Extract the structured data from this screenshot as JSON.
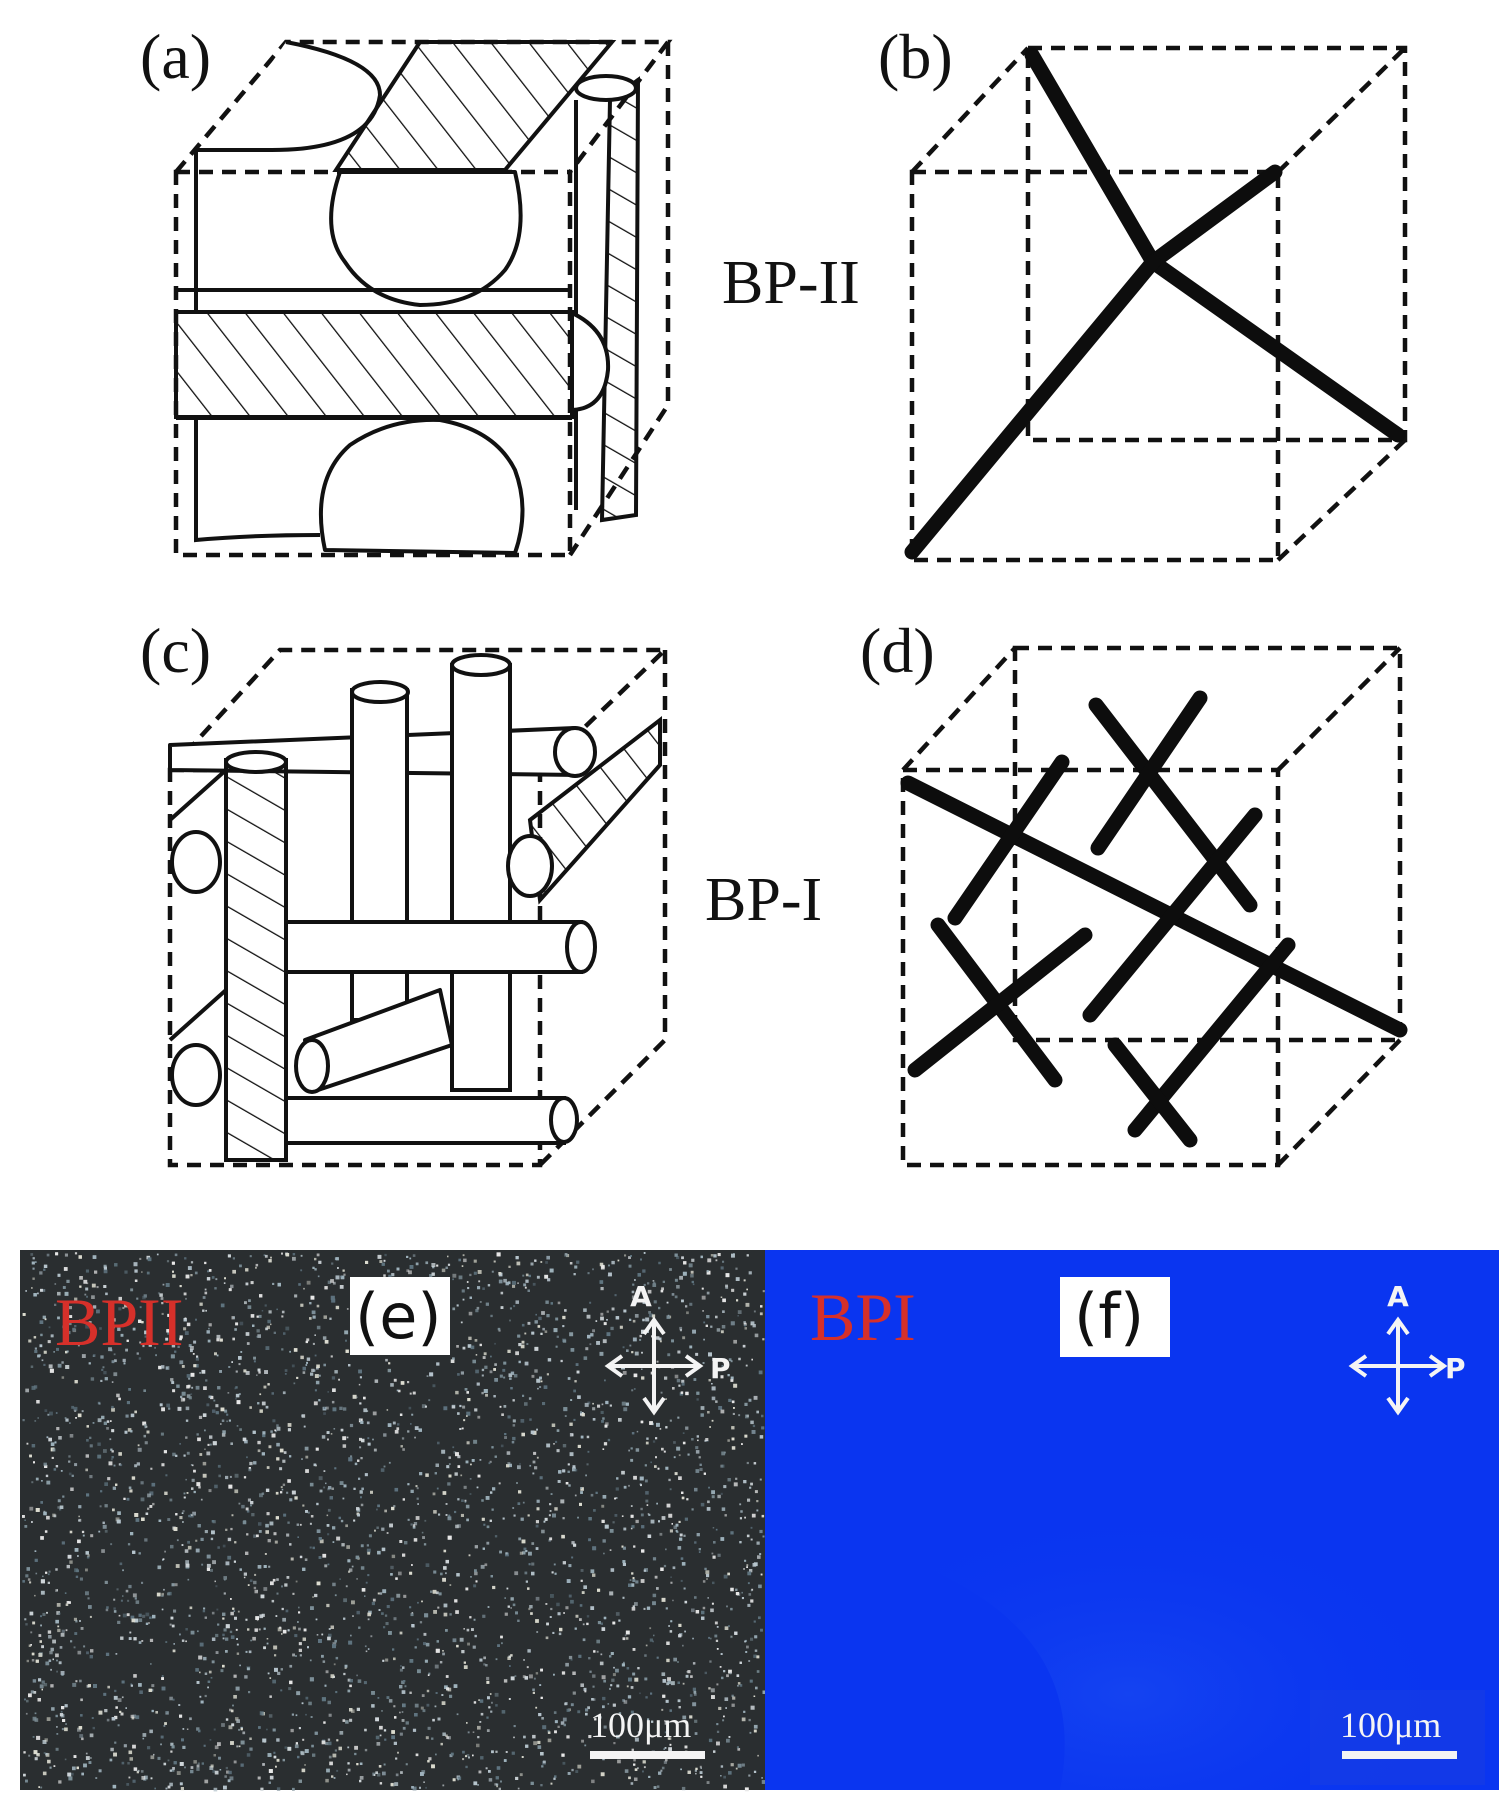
{
  "panels": {
    "a": {
      "label": "(a)"
    },
    "b": {
      "label": "(b)"
    },
    "c": {
      "label": "(c)"
    },
    "d": {
      "label": "(d)"
    },
    "e": {
      "label": "(e)",
      "sample": "BPII"
    },
    "f": {
      "label": "(f)",
      "sample": "BPI"
    }
  },
  "phases": {
    "top_row": "BP-II",
    "bottom_row": "BP-I"
  },
  "polarizer": {
    "analyzer": "A",
    "polarizer": "P"
  },
  "scale_bar": {
    "text": "100μm"
  },
  "colors": {
    "sample_label": "#d6302a",
    "bp1_background": "#0a35f0",
    "bp2_background": "#2a2e30",
    "lines": "#111111"
  }
}
